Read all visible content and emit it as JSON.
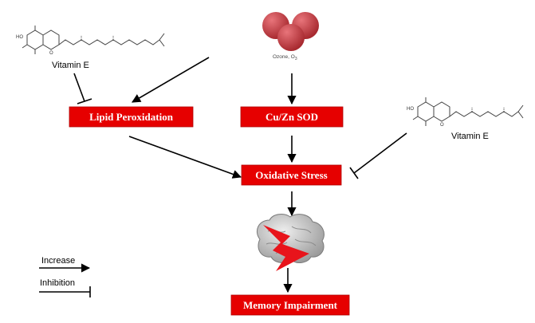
{
  "nodes": {
    "lipid_peroxidation": "Lipid Peroxidation",
    "cu_zn_sod": "Cu/Zn SOD",
    "oxidative_stress": "Oxidative Stress",
    "memory_impairment": "Memory Impairment"
  },
  "labels": {
    "vitamin_e_left": "Vitamin E",
    "vitamin_e_right": "Vitamin E",
    "ozone_name": "Ozone, O",
    "ozone_subscript": "3",
    "mol_ho": "HO",
    "mol_o": "O"
  },
  "legend": {
    "increase": "Increase",
    "inhibition": "Inhibition"
  },
  "colors": {
    "node_fill": "#e60000",
    "ozone_fill": "#c0393f",
    "bolt_fill": "#e8141b",
    "brain_fill": "#c9c9c9"
  },
  "icons": {
    "ozone": "ozone-molecule-icon",
    "brain": "brain-icon",
    "bolt": "lightning-bolt-icon",
    "vitamin_e_structure": "vitamin-e-structure-icon"
  }
}
